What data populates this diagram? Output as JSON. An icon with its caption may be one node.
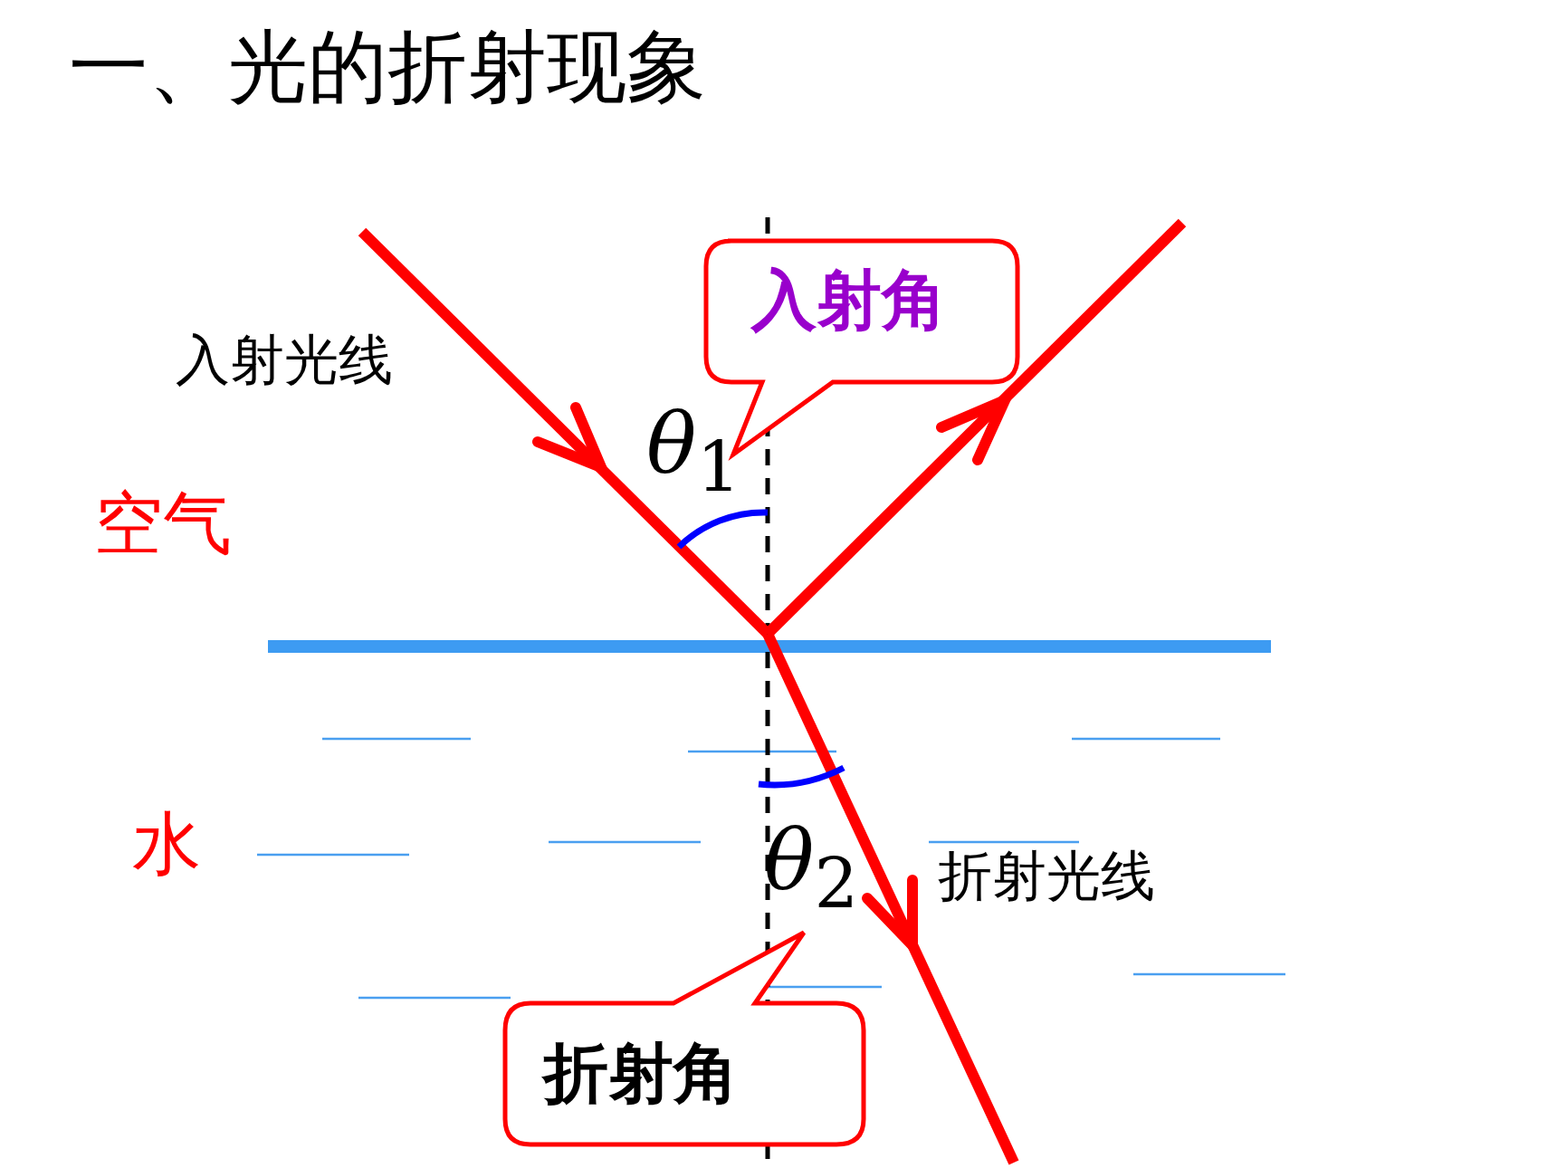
{
  "diagram": {
    "title": "一、光的折射现象",
    "nodes": [
      {
        "text": [
          "入射角"
        ]
      },
      {
        "text": [
          "折射角"
        ]
      }
    ],
    "labels": [
      "入射光线",
      "空气",
      "*θ*$_{1}$",
      "水",
      "*θ*$_{2}$",
      "折射光线"
    ]
  }
}
